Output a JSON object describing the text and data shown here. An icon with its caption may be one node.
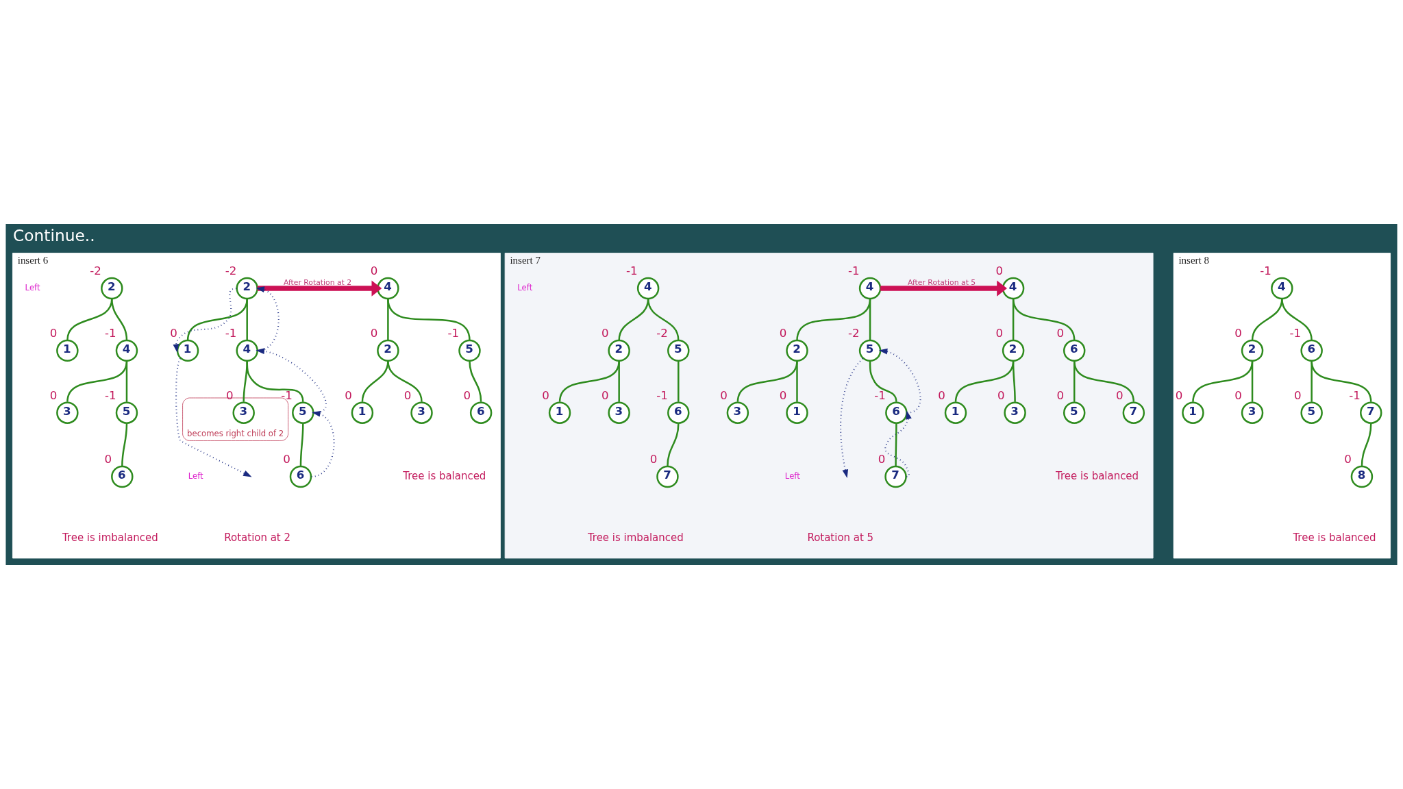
{
  "diagram": {
    "title": "Continue..",
    "nodes": [
      {
        "text": [
          "insert 6"
        ]
      },
      {
        "text": [
          "2"
        ],
        "beside": [
          "-2"
        ],
        "in": 0
      },
      {
        "text": [
          "1"
        ],
        "beside": [
          "0"
        ],
        "in": 0
      },
      {
        "text": [
          "4"
        ],
        "beside": [
          "-1"
        ],
        "in": 0
      },
      {
        "text": [
          "3"
        ],
        "beside": [
          "0"
        ],
        "in": 0
      },
      {
        "text": [
          "5"
        ],
        "beside": [
          "-1"
        ],
        "in": 0
      },
      {
        "text": [
          "6"
        ],
        "beside": [
          "0"
        ],
        "in": 0
      },
      {
        "text": [
          "2"
        ],
        "beside": [
          "-2"
        ],
        "in": 0
      },
      {
        "text": [
          "1"
        ],
        "beside": [
          "0"
        ],
        "in": 0
      },
      {
        "text": [
          "4"
        ],
        "beside": [
          "-1"
        ],
        "in": 0
      },
      {
        "text": [
          "becomes right child of 2"
        ],
        "in": 0
      },
      {
        "text": [
          "3"
        ],
        "beside": [
          "0"
        ],
        "in": 10
      },
      {
        "text": [
          "5"
        ],
        "beside": [
          "-1"
        ],
        "in": 0
      },
      {
        "text": [
          "6"
        ],
        "beside": [
          "0"
        ],
        "in": 0
      },
      {
        "text": [
          "4"
        ],
        "beside": [
          "0"
        ],
        "in": 0
      },
      {
        "text": [
          "2"
        ],
        "beside": [
          "0"
        ],
        "in": 0
      },
      {
        "text": [
          "5"
        ],
        "beside": [
          "-1"
        ],
        "in": 0
      },
      {
        "text": [
          "1"
        ],
        "beside": [
          "0"
        ],
        "in": 0
      },
      {
        "text": [
          "3"
        ],
        "beside": [
          "0"
        ],
        "in": 0
      },
      {
        "text": [
          "6"
        ],
        "beside": [
          "0"
        ],
        "in": 0
      },
      {
        "text": [
          "insert 7"
        ]
      },
      {
        "text": [
          "4"
        ],
        "beside": [
          "-1"
        ],
        "in": 20
      },
      {
        "text": [
          "2"
        ],
        "beside": [
          "0"
        ],
        "in": 20
      },
      {
        "text": [
          "5"
        ],
        "beside": [
          "-2"
        ],
        "in": 20
      },
      {
        "text": [
          "1"
        ],
        "beside": [
          "0"
        ],
        "in": 20
      },
      {
        "text": [
          "3"
        ],
        "beside": [
          "0"
        ],
        "in": 20
      },
      {
        "text": [
          "6"
        ],
        "beside": [
          "-1"
        ],
        "in": 20
      },
      {
        "text": [
          "7"
        ],
        "beside": [
          "0"
        ],
        "in": 20
      },
      {
        "text": [
          "4"
        ],
        "beside": [
          "-1"
        ],
        "in": 20
      },
      {
        "text": [
          "2"
        ],
        "beside": [
          "0"
        ],
        "in": 20
      },
      {
        "text": [
          "5"
        ],
        "beside": [
          "-2"
        ],
        "in": 20
      },
      {
        "text": [
          "1"
        ],
        "beside": [
          "0"
        ],
        "in": 20
      },
      {
        "text": [
          "3"
        ],
        "beside": [
          "0"
        ],
        "in": 20
      },
      {
        "text": [
          "6"
        ],
        "beside": [
          "-1"
        ],
        "in": 20
      },
      {
        "text": [
          "7"
        ],
        "beside": [
          "0"
        ],
        "in": 20
      },
      {
        "text": [
          "4"
        ],
        "beside": [
          "0"
        ],
        "in": 20
      },
      {
        "text": [
          "2"
        ],
        "beside": [
          "0"
        ],
        "in": 20
      },
      {
        "text": [
          "6"
        ],
        "beside": [
          "0"
        ],
        "in": 20
      },
      {
        "text": [
          "1"
        ],
        "beside": [
          "0"
        ],
        "in": 20
      },
      {
        "text": [
          "3"
        ],
        "beside": [
          "0"
        ],
        "in": 20
      },
      {
        "text": [
          "5"
        ],
        "beside": [
          "0"
        ],
        "in": 20
      },
      {
        "text": [
          "7"
        ],
        "beside": [
          "0"
        ],
        "in": 20
      },
      {
        "text": [
          "insert 8"
        ]
      },
      {
        "text": [
          "4"
        ],
        "beside": [
          "-1"
        ],
        "in": 42
      },
      {
        "text": [
          "2"
        ],
        "beside": [
          "0"
        ],
        "in": 42
      },
      {
        "text": [
          "6"
        ],
        "beside": [
          "-1"
        ],
        "in": 42
      },
      {
        "text": [
          "1"
        ],
        "beside": [
          "0"
        ],
        "in": 42
      },
      {
        "text": [
          "3"
        ],
        "beside": [
          "0"
        ],
        "in": 42
      },
      {
        "text": [
          "5"
        ],
        "beside": [
          "0"
        ],
        "in": 42
      },
      {
        "text": [
          "7"
        ],
        "beside": [
          "-1"
        ],
        "in": 42
      },
      {
        "text": [
          "8"
        ],
        "beside": [
          "0"
        ],
        "in": 42
      }
    ],
    "edges": [
      {
        "from": 1,
        "to": 2,
        "arrow": "none"
      },
      {
        "from": 1,
        "to": 3,
        "arrow": "none"
      },
      {
        "from": 3,
        "to": 4,
        "arrow": "none"
      },
      {
        "from": 3,
        "to": 5,
        "arrow": "none"
      },
      {
        "from": 5,
        "to": 6,
        "arrow": "none"
      },
      {
        "from": 7,
        "to": 8,
        "arrow": "none"
      },
      {
        "from": 7,
        "to": 9,
        "arrow": "none"
      },
      {
        "from": 9,
        "to": 11,
        "arrow": "none"
      },
      {
        "from": 9,
        "to": 12,
        "arrow": "none"
      },
      {
        "from": 12,
        "to": 13,
        "arrow": "none"
      },
      {
        "from": 8,
        "to": null,
        "arrow": "to",
        "style": "dashed",
        "color": "#1a2a80"
      },
      {
        "from": 7,
        "to": 8,
        "arrow": "to",
        "style": "dashed",
        "color": "#1a2a80"
      },
      {
        "from": 9,
        "to": 7,
        "arrow": "to",
        "style": "dashed",
        "color": "#1a2a80"
      },
      {
        "from": 12,
        "to": 9,
        "arrow": "to",
        "style": "dashed",
        "color": "#1a2a80"
      },
      {
        "from": 13,
        "to": 12,
        "arrow": "to",
        "style": "dashed",
        "color": "#1a2a80"
      },
      {
        "from": 7,
        "to": 14,
        "arrow": "to",
        "label": "After Rotation at 2",
        "style": "thick",
        "color": "#cc1155"
      },
      {
        "from": 14,
        "to": 15,
        "arrow": "none"
      },
      {
        "from": 14,
        "to": 16,
        "arrow": "none"
      },
      {
        "from": 15,
        "to": 17,
        "arrow": "none"
      },
      {
        "from": 15,
        "to": 18,
        "arrow": "none"
      },
      {
        "from": 16,
        "to": 19,
        "arrow": "none"
      },
      {
        "from": 21,
        "to": 22,
        "arrow": "none"
      },
      {
        "from": 21,
        "to": 23,
        "arrow": "none"
      },
      {
        "from": 22,
        "to": 24,
        "arrow": "none"
      },
      {
        "from": 22,
        "to": 25,
        "arrow": "none"
      },
      {
        "from": 23,
        "to": 26,
        "arrow": "none"
      },
      {
        "from": 26,
        "to": 27,
        "arrow": "none"
      },
      {
        "from": 28,
        "to": 29,
        "arrow": "none"
      },
      {
        "from": 28,
        "to": 30,
        "arrow": "none"
      },
      {
        "from": 29,
        "to": 31,
        "arrow": "none"
      },
      {
        "from": 29,
        "to": 32,
        "arrow": "none"
      },
      {
        "from": 30,
        "to": 33,
        "arrow": "none"
      },
      {
        "from": 33,
        "to": 34,
        "arrow": "none"
      },
      {
        "from": 30,
        "to": null,
        "arrow": "to",
        "style": "dashed",
        "color": "#1a2a80"
      },
      {
        "from": 33,
        "to": 30,
        "arrow": "to",
        "style": "dashed",
        "color": "#1a2a80"
      },
      {
        "from": 34,
        "to": 33,
        "arrow": "to",
        "style": "dashed",
        "color": "#1a2a80"
      },
      {
        "from": 28,
        "to": 35,
        "arrow": "to",
        "label": "After Rotation at 5",
        "style": "thick",
        "color": "#cc1155"
      },
      {
        "from": 35,
        "to": 36,
        "arrow": "none"
      },
      {
        "from": 35,
        "to": 37,
        "arrow": "none"
      },
      {
        "from": 36,
        "to": 38,
        "arrow": "none"
      },
      {
        "from": 36,
        "to": 39,
        "arrow": "none"
      },
      {
        "from": 37,
        "to": 40,
        "arrow": "none"
      },
      {
        "from": 37,
        "to": 41,
        "arrow": "none"
      },
      {
        "from": 43,
        "to": 44,
        "arrow": "none"
      },
      {
        "from": 43,
        "to": 45,
        "arrow": "none"
      },
      {
        "from": 44,
        "to": 46,
        "arrow": "none"
      },
      {
        "from": 44,
        "to": 47,
        "arrow": "none"
      },
      {
        "from": 45,
        "to": 48,
        "arrow": "none"
      },
      {
        "from": 45,
        "to": 49,
        "arrow": "none"
      },
      {
        "from": 49,
        "to": 50,
        "arrow": "none"
      }
    ],
    "labels": [
      "Left",
      "Left",
      "Tree is imbalanced",
      "Rotation at 2",
      "Tree is balanced",
      "Tree is balanced",
      "Left",
      "Left",
      "Tree is imbalanced",
      "Rotation at 5",
      "Tree is balanced"
    ]
  }
}
